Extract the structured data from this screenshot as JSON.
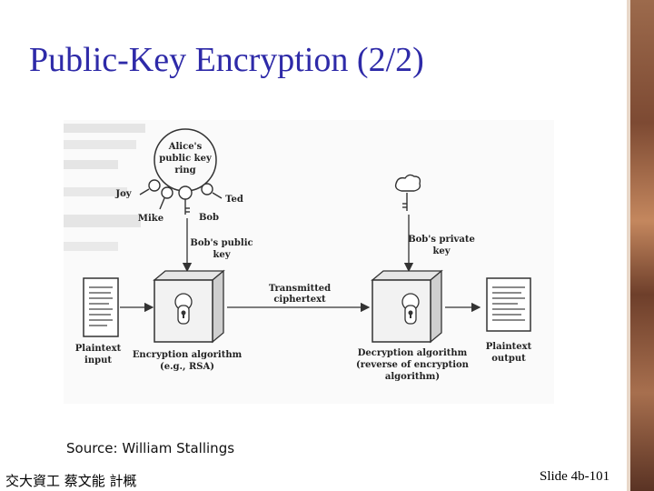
{
  "slide": {
    "title": "Public-Key Encryption  (2/2)",
    "source": "Source: William Stallings",
    "footer_left": "交大資工 蔡文能 計概",
    "footer_right": "Slide 4b-101"
  },
  "diagram": {
    "key_ring": "Alice's public key ring",
    "ring_line1": "Alice's",
    "ring_line2": "public key",
    "ring_line3": "ring",
    "key_joy": "Joy",
    "key_ted": "Ted",
    "key_mike": "Mike",
    "key_bob": "Bob",
    "bobs_public_key_line1": "Bob's public",
    "bobs_public_key_line2": "key",
    "bobs_private_key_line1": "Bob's private",
    "bobs_private_key_line2": "key",
    "transmitted_line1": "Transmitted",
    "transmitted_line2": "ciphertext",
    "plaintext_input_line1": "Plaintext",
    "plaintext_input_line2": "input",
    "encryption_line1": "Encryption algorithm",
    "encryption_line2": "(e.g., RSA)",
    "decryption_line1": "Decryption algorithm",
    "decryption_line2": "(reverse of encryption",
    "decryption_line3": "algorithm)",
    "plaintext_output_line1": "Plaintext",
    "plaintext_output_line2": "output"
  }
}
